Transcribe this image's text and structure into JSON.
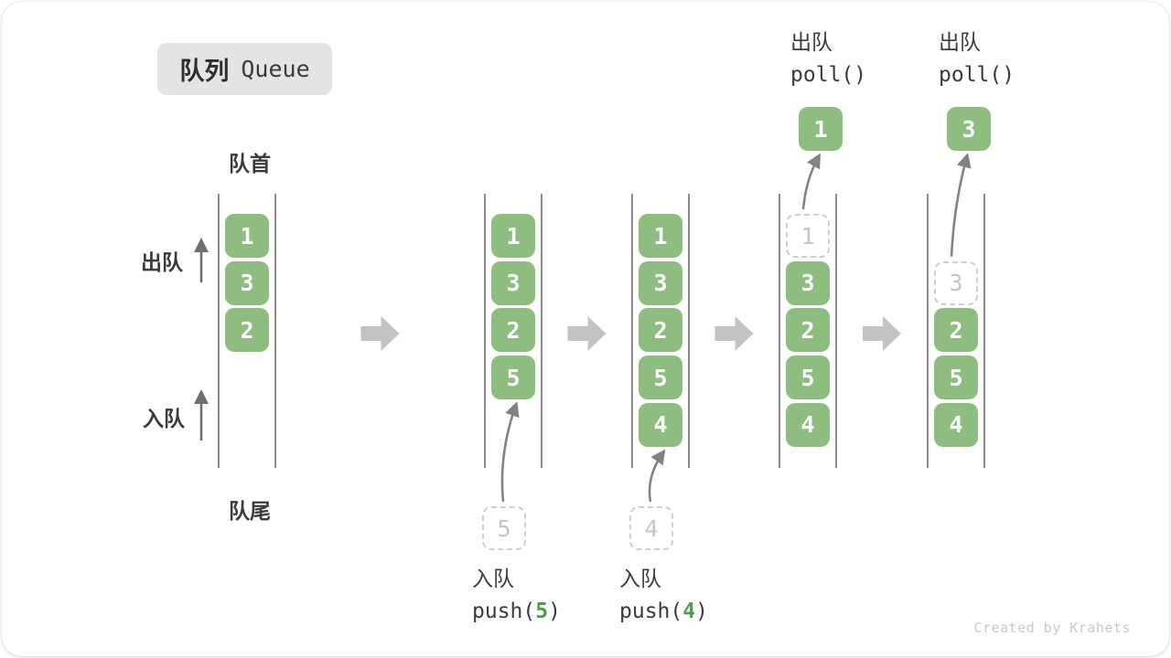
{
  "title": {
    "zh": "队列",
    "en": "Queue"
  },
  "side_labels": {
    "front": "队首",
    "rear": "队尾",
    "dequeue": "出队",
    "enqueue": "入队"
  },
  "watermark": "Created by Krahets",
  "colors": {
    "box_green": "#8dbd7f",
    "box_text": "#ffffff",
    "dashed_border": "#cfcfcf",
    "dashed_text": "#c6c6c6",
    "wall_gray": "#6e6e6e",
    "flow_arrow_gray": "#c3c3c3",
    "curve_arrow_gray": "#828282",
    "label_dark": "#3b3b3b",
    "badge_bg": "#e4e4e4",
    "code_value_green": "#4e9d4a",
    "watermark_gray": "#c9c9c9"
  },
  "queue_states": [
    {
      "slots": [
        {
          "v": "1",
          "style": "solid"
        },
        {
          "v": "3",
          "style": "solid"
        },
        {
          "v": "2",
          "style": "solid"
        }
      ],
      "operation": null
    },
    {
      "slots": [
        {
          "v": "1",
          "style": "solid"
        },
        {
          "v": "3",
          "style": "solid"
        },
        {
          "v": "2",
          "style": "solid"
        },
        {
          "v": "5",
          "style": "solid"
        }
      ],
      "operation": {
        "kind": "push",
        "zh": "入队",
        "code_before": "push(",
        "value": "5",
        "code_after": ")"
      }
    },
    {
      "slots": [
        {
          "v": "1",
          "style": "solid"
        },
        {
          "v": "3",
          "style": "solid"
        },
        {
          "v": "2",
          "style": "solid"
        },
        {
          "v": "5",
          "style": "solid"
        },
        {
          "v": "4",
          "style": "solid"
        }
      ],
      "operation": {
        "kind": "push",
        "zh": "入队",
        "code_before": "push(",
        "value": "4",
        "code_after": ")"
      }
    },
    {
      "slots": [
        {
          "v": "1",
          "style": "dashed"
        },
        {
          "v": "3",
          "style": "solid"
        },
        {
          "v": "2",
          "style": "solid"
        },
        {
          "v": "5",
          "style": "solid"
        },
        {
          "v": "4",
          "style": "solid"
        }
      ],
      "operation": {
        "kind": "poll",
        "zh": "出队",
        "code": "poll()",
        "value": "1"
      }
    },
    {
      "slots": [
        {
          "v": "",
          "style": "empty"
        },
        {
          "v": "3",
          "style": "dashed"
        },
        {
          "v": "2",
          "style": "solid"
        },
        {
          "v": "5",
          "style": "solid"
        },
        {
          "v": "4",
          "style": "solid"
        }
      ],
      "operation": {
        "kind": "poll",
        "zh": "出队",
        "code": "poll()",
        "value": "3"
      }
    }
  ]
}
